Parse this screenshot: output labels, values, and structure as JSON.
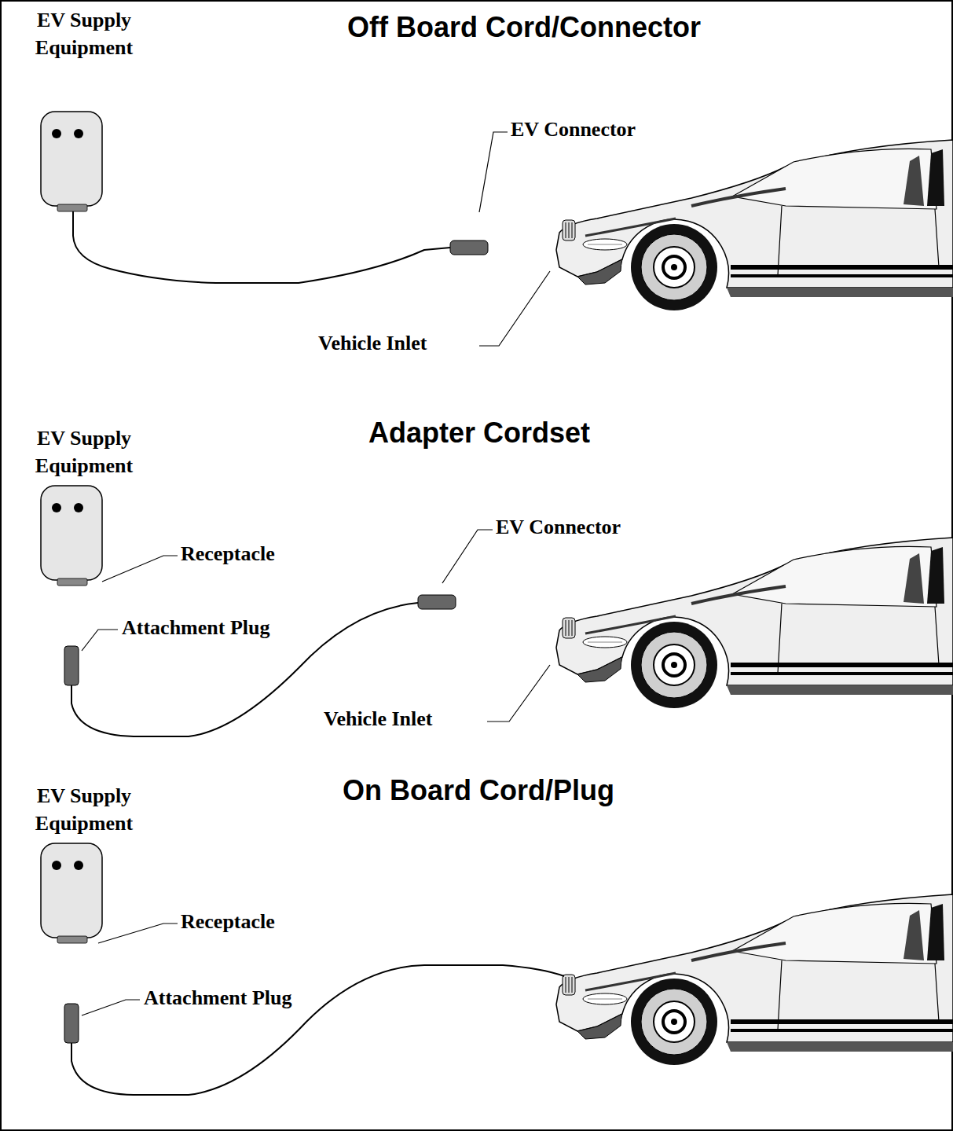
{
  "diagram": {
    "nodes": [
      {
        "text": [
          "EV Supply Equipment"
        ]
      },
      {
        "text": [
          "EV Supply Equipment"
        ]
      },
      {
        "text": [
          "EV Supply Equipment"
        ]
      }
    ],
    "labels": [
      "Off Board Cord/Connector",
      "EV Connector",
      "Vehicle Inlet",
      "Adapter Cordset",
      "EV Connector",
      "Receptacle",
      "Attachment Plug",
      "Vehicle Inlet",
      "On Board Cord/Plug",
      "Receptacle",
      "Attachment Plug"
    ]
  }
}
